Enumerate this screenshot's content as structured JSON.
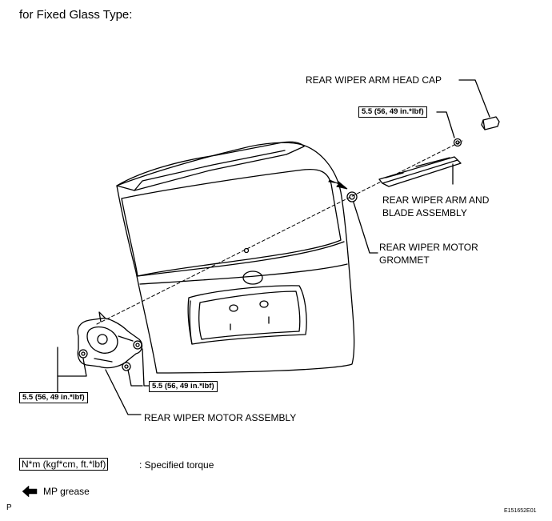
{
  "title": "for Fixed Glass Type:",
  "labels": {
    "head_cap": "REAR WIPER ARM HEAD CAP",
    "arm_blade_1": "REAR WIPER ARM AND",
    "arm_blade_2": "BLADE ASSEMBLY",
    "grommet_1": "REAR WIPER MOTOR",
    "grommet_2": "GROMMET",
    "motor": "REAR WIPER MOTOR ASSEMBLY"
  },
  "torque": {
    "nut": "5.5 (56, 49 in.*lbf)",
    "motor_left": "5.5 (56, 49 in.*lbf)",
    "motor_right": "5.5 (56, 49 in.*lbf)"
  },
  "legend": {
    "unit_box": "N*m (kgf*cm, ft.*lbf)",
    "unit_text": ": Specified torque",
    "grease_text": "MP grease"
  },
  "footer": {
    "page_letter": "P",
    "figure_code": "E151652E01"
  }
}
